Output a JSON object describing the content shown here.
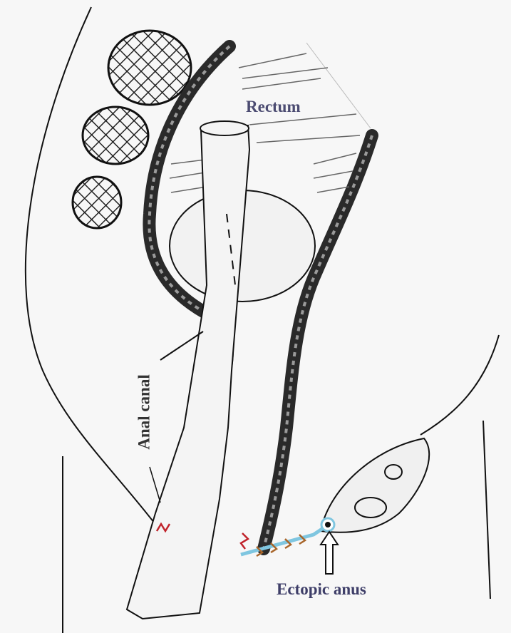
{
  "figure": {
    "labels": {
      "rectum": "Rectum",
      "anal_canal": "Anal canal",
      "ectopic_anus": "Ectopic anus"
    },
    "colors": {
      "line": "#111111",
      "wall_fill": "#3a3a3a",
      "label_text": "#4a4a6e",
      "suture_red": "#c0222a",
      "fistula_blue": "#7fc6e0",
      "stitch_brown": "#a8652a"
    },
    "icons": [
      "up-arrow-icon"
    ]
  }
}
